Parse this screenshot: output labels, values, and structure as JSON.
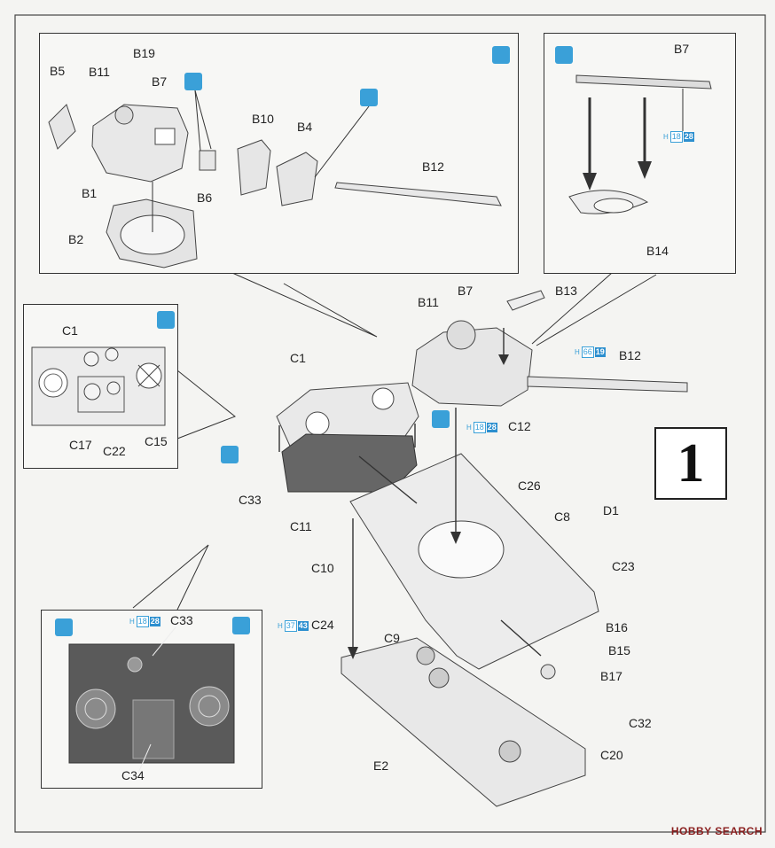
{
  "step_number": "1",
  "watermark": "HOBBY SEARCH",
  "panels": {
    "top_left": {
      "labels": [
        "B5",
        "B11",
        "B19",
        "B7",
        "B1",
        "B2",
        "B6",
        "B10",
        "B4",
        "B12"
      ]
    },
    "top_right": {
      "labels": [
        "B7",
        "B14"
      ],
      "hcode": {
        "prefix": "H",
        "a": "18",
        "b": "28"
      }
    },
    "mid_left": {
      "labels": [
        "C1",
        "C17",
        "C22",
        "C15"
      ]
    },
    "bottom_left": {
      "labels": [
        "C33",
        "C34"
      ],
      "hcode": {
        "prefix": "H",
        "a": "18",
        "b": "28"
      }
    }
  },
  "main": {
    "labels": [
      "B11",
      "B7",
      "B13",
      "B12",
      "C1",
      "C12",
      "C33",
      "C26",
      "C11",
      "C8",
      "D1",
      "C10",
      "C23",
      "C24",
      "C9",
      "B16",
      "B15",
      "B17",
      "C32",
      "C20",
      "E2"
    ],
    "hcodes": [
      {
        "prefix": "H",
        "a": "66",
        "b": "19"
      },
      {
        "prefix": "H",
        "a": "18",
        "b": "28"
      },
      {
        "prefix": "H",
        "a": "37",
        "b": "43"
      }
    ]
  },
  "icons": [
    "paint-brush-icon",
    "cement-icon",
    "paint-drop-icon",
    "flip-icon"
  ]
}
